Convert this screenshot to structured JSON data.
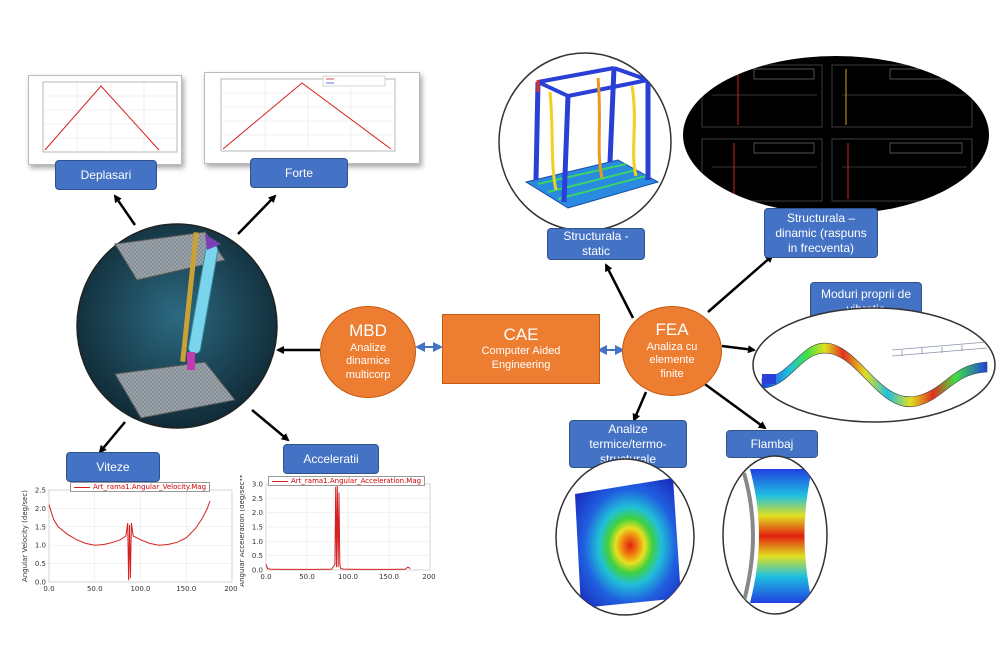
{
  "center": {
    "title": "CAE",
    "subtitle": "Computer Aided Engineering"
  },
  "mbd": {
    "title": "MBD",
    "subtitle": "Analize dinamice multicorp"
  },
  "fea": {
    "title": "FEA",
    "subtitle": "Analiza cu elemente finite"
  },
  "labels": {
    "deplasari": "Deplasari",
    "forte": "Forte",
    "viteze": "Viteze",
    "acceleratii": "Acceleratii",
    "structurala_static": "Structurala - static",
    "structurala_dinamic": "Structurala – dinamic (raspuns in frecventa)",
    "moduri": "Moduri proprii de vibratie",
    "termice": "Analize termice/termo-structurale",
    "flambaj": "Flambaj"
  },
  "colors": {
    "blue_box": "#4472c4",
    "orange": "#ed7d31",
    "curve_red": "#d62020",
    "connector": "#4472c4"
  },
  "chart_data": [
    {
      "type": "line",
      "legend": "Art_rama1.Angular_Velocity.Mag",
      "ylabel": "Angular Velocity (deg/sec)",
      "xlim": [
        0,
        200
      ],
      "ylim": [
        0,
        2.5
      ],
      "x_ticks": [
        "0.0",
        "50.0",
        "100.0",
        "150.0",
        "200."
      ],
      "y_ticks": [
        "0.0",
        "0.5",
        "1.0",
        "1.5",
        "2.0",
        "2.5"
      ],
      "x": [
        0,
        5,
        10,
        20,
        30,
        40,
        50,
        60,
        70,
        78,
        84,
        86,
        87,
        88,
        89,
        90,
        92,
        100,
        110,
        120,
        130,
        140,
        150,
        160,
        168,
        173,
        176
      ],
      "y": [
        2.1,
        1.7,
        1.5,
        1.3,
        1.15,
        1.05,
        1.0,
        1.02,
        1.08,
        1.15,
        1.25,
        1.6,
        0.05,
        1.55,
        0.1,
        1.6,
        1.25,
        1.15,
        1.05,
        1.0,
        1.02,
        1.08,
        1.2,
        1.45,
        1.75,
        2.0,
        2.2
      ]
    },
    {
      "type": "line",
      "legend": "Art_rama1.Angular_Acceleration.Mag",
      "ylabel": "Angular Acceleration (deg/sec**2)",
      "xlim": [
        0,
        200
      ],
      "ylim": [
        0,
        3.0
      ],
      "x_ticks": [
        "0.0",
        "50.0",
        "100.0",
        "150.0",
        "200."
      ],
      "y_ticks": [
        "0.0",
        "0.5",
        "1.0",
        "1.5",
        "2.0",
        "2.5",
        "3.0"
      ],
      "x": [
        0,
        2,
        5,
        20,
        40,
        60,
        80,
        84,
        85,
        86,
        87,
        88,
        89,
        90,
        91,
        95,
        120,
        150,
        170,
        173,
        176
      ],
      "y": [
        0.2,
        0.05,
        0.03,
        0.02,
        0.02,
        0.02,
        0.03,
        0.2,
        2.9,
        0.1,
        3.0,
        0.1,
        2.7,
        0.2,
        0.05,
        0.03,
        0.02,
        0.02,
        0.03,
        0.1,
        0.05
      ]
    }
  ]
}
